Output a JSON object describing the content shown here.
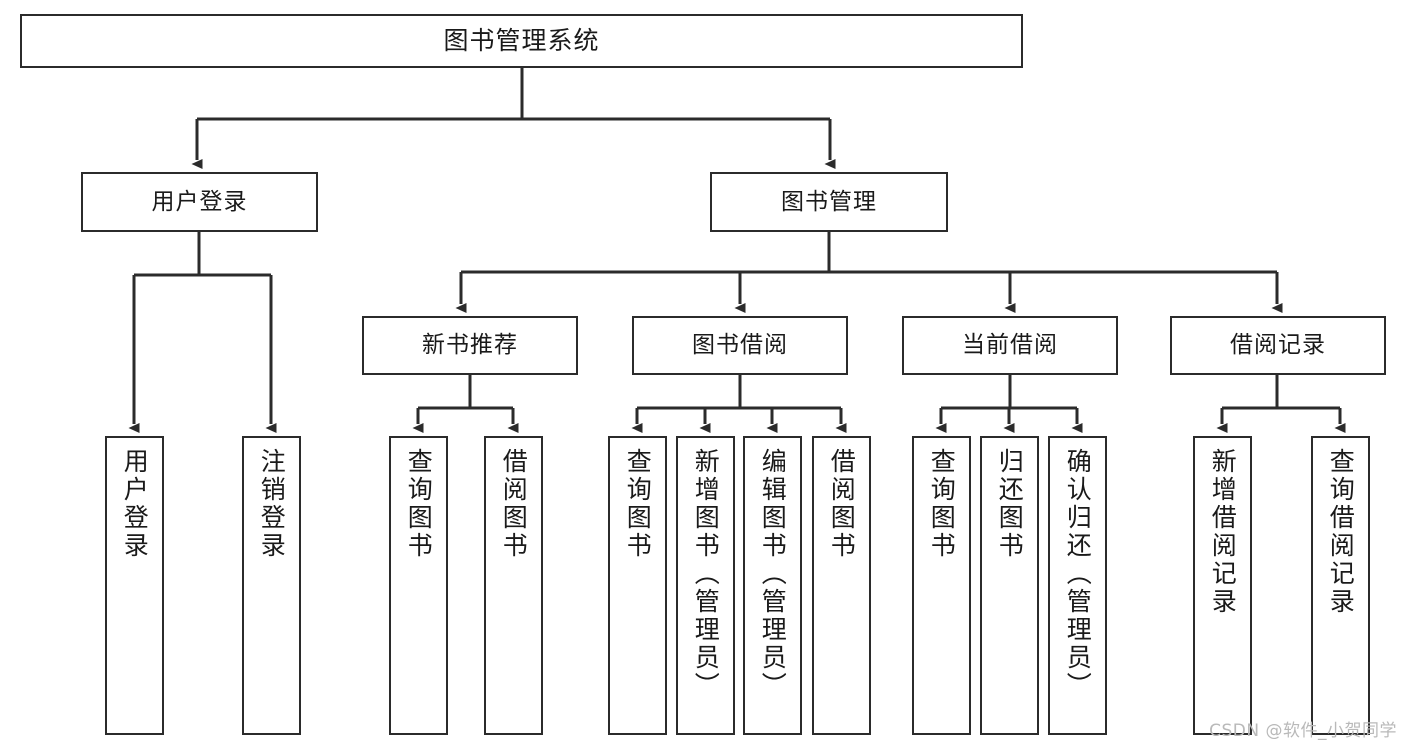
{
  "diagram": {
    "type": "tree-hierarchy",
    "title": "图书管理系统",
    "watermark": "CSDN @软件_小贺同学",
    "colors": {
      "border": "#2b2b2b",
      "background": "#ffffff",
      "text": "#1a1a1a",
      "edge": "#2b2b2b",
      "watermark": "#b9b9b9"
    },
    "nodes": {
      "root": {
        "label": "图书管理系统"
      },
      "level2": [
        {
          "label": "用户登录"
        },
        {
          "label": "图书管理"
        }
      ],
      "level3": [
        {
          "label": "新书推荐"
        },
        {
          "label": "图书借阅"
        },
        {
          "label": "当前借阅"
        },
        {
          "label": "借阅记录"
        }
      ],
      "leaves": {
        "user_login": [
          {
            "label": "用户登录"
          },
          {
            "label": "注销登录"
          }
        ],
        "new_book": [
          {
            "label": "查询图书"
          },
          {
            "label": "借阅图书"
          }
        ],
        "borrow_book": [
          {
            "label": "查询图书"
          },
          {
            "label": "新增图书（管理员）"
          },
          {
            "label": "编辑图书（管理员）"
          },
          {
            "label": "借阅图书"
          }
        ],
        "current_borrow": [
          {
            "label": "查询图书"
          },
          {
            "label": "归还图书"
          },
          {
            "label": "确认归还（管理员）"
          }
        ],
        "borrow_record": [
          {
            "label": "新增借阅记录"
          },
          {
            "label": "查询借阅记录"
          }
        ]
      }
    }
  }
}
